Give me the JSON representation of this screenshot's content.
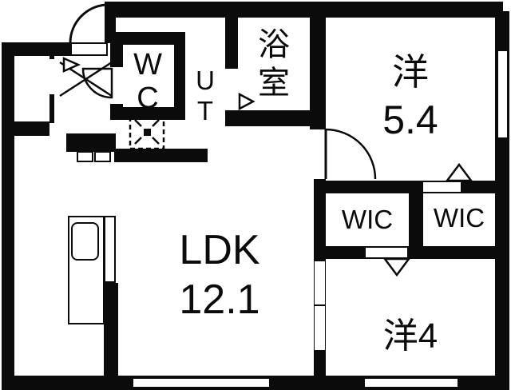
{
  "meta": {
    "drawing_type": "apartment-floor-plan"
  },
  "colors": {
    "wall": "#0b0b0b",
    "background": "#ffffff"
  },
  "rooms": {
    "wc": {
      "line1": "W",
      "line2": "C"
    },
    "ut": {
      "line1": "U",
      "line2": "T"
    },
    "bath": {
      "line1": "浴",
      "line2": "室"
    },
    "yo54": {
      "name": "洋",
      "size": "5.4"
    },
    "wic_left": {
      "label": "WIC"
    },
    "wic_right": {
      "label": "WIC"
    },
    "ldk": {
      "name": "LDK",
      "size": "12.1"
    },
    "yo4": {
      "label": "洋4"
    }
  }
}
